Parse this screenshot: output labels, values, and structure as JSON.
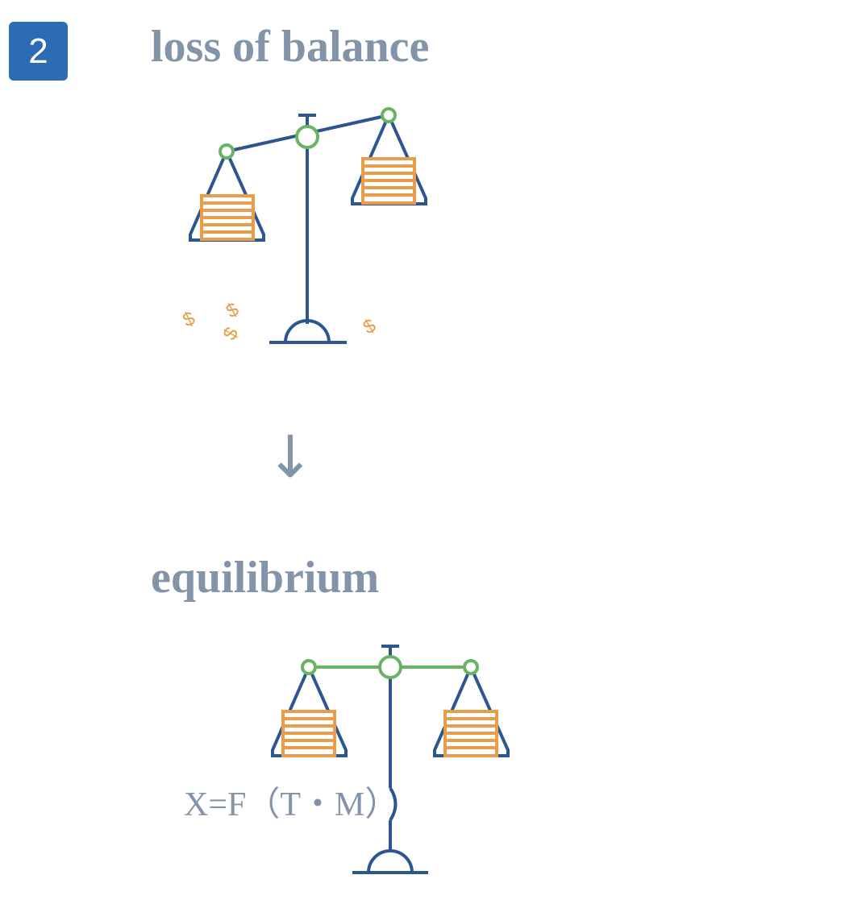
{
  "badge": {
    "number": "2"
  },
  "headings": {
    "top": "loss of balance",
    "bottom": "equilibrium"
  },
  "formula": "X=F（T・M）",
  "icons": {
    "unbalanced_scale": "balance-scale-tilted-icon",
    "balanced_scale": "balance-scale-level-icon",
    "transition_arrow": "down-arrow-icon",
    "coins": "dollar-sign-icon"
  },
  "coins": {
    "glyph": "$"
  },
  "arrow": {
    "glyph": "↓"
  },
  "colors": {
    "badge_bg": "#2b6cb5",
    "text": "#8393a8",
    "structure": "#2d5691",
    "pivot": "#69b463",
    "weight": "#e99d4b"
  }
}
